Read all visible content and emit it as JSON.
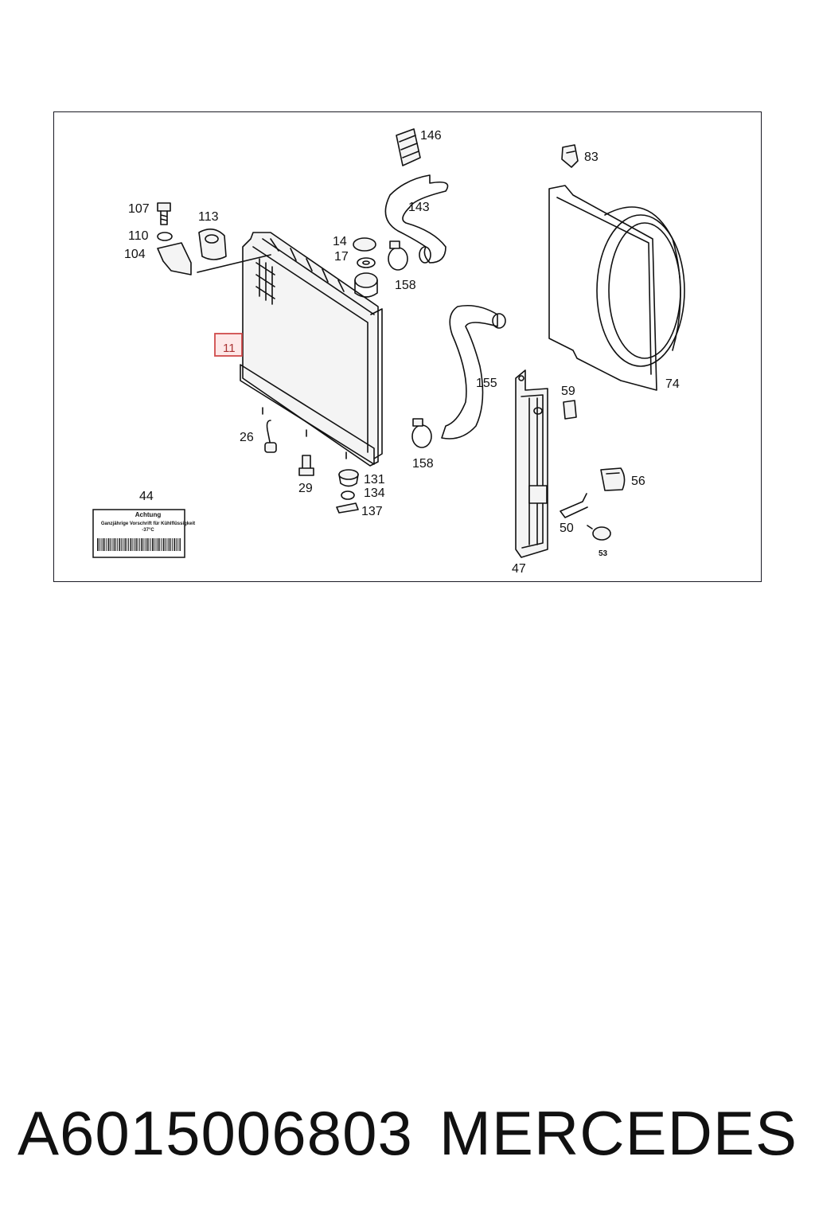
{
  "diagram": {
    "callouts": {
      "c146": "146",
      "c83": "83",
      "c107": "107",
      "c113": "113",
      "c143": "143",
      "c110": "110",
      "c104": "104",
      "c14": "14",
      "c17": "17",
      "c158a": "158",
      "c11": "11",
      "c155": "155",
      "c59": "59",
      "c74": "74",
      "c26": "26",
      "c158b": "158",
      "c131": "131",
      "c134": "134",
      "c137": "137",
      "c29": "29",
      "c56": "56",
      "c44": "44",
      "c50": "50",
      "c53": "53",
      "c47": "47"
    },
    "warning_label": {
      "title": "Achtung",
      "line1": "Ganzjährige Vorschrift für Kühlflüssigkeit",
      "line2": "-37°C"
    },
    "highlight_color": "#d04a4a"
  },
  "footer": {
    "part_number": "A6015006803",
    "brand": "MERCEDES"
  }
}
